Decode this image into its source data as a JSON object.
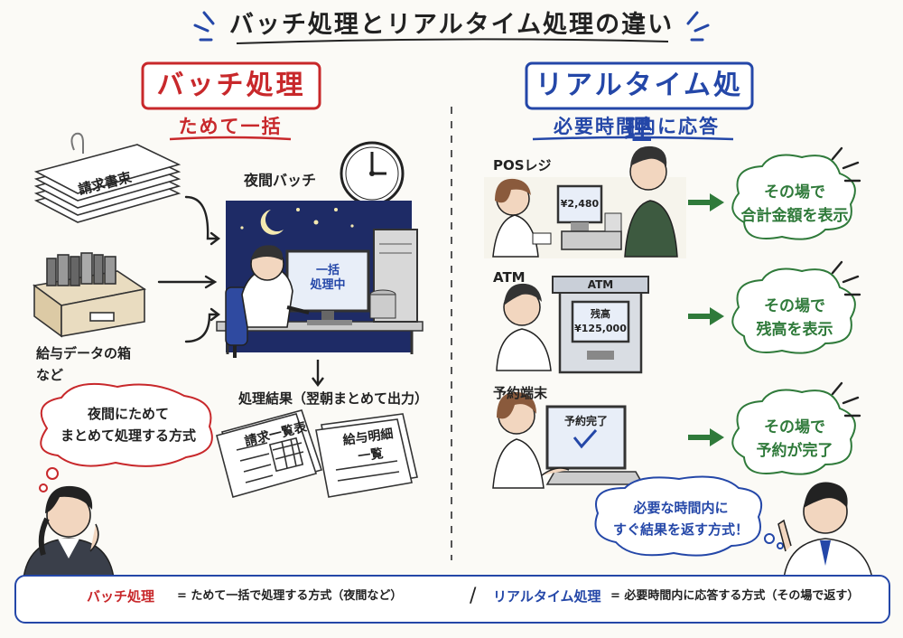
{
  "title": "バッチ処理とリアルタイム処理の違い",
  "batch": {
    "heading": "バッチ処理",
    "subheading": "ためて一括",
    "inputs": {
      "invoice_label": "請求書束",
      "salary_box_label": "給与データの箱",
      "etc_label": "など"
    },
    "night_label": "夜間バッチ",
    "monitor_text": [
      "一括",
      "処理中"
    ],
    "result_label": "処理結果（翌朝まとめて出力）",
    "doc1": "請求一覧表",
    "doc2": [
      "給与明細",
      "一覧"
    ],
    "bubble": [
      "夜間にためて",
      "まとめて処理する方式"
    ]
  },
  "realtime": {
    "heading": "リアルタイム処理",
    "subheading": "必要時間内に応答",
    "pos": {
      "label": "POSレジ",
      "screen": "¥2,480",
      "cloud": [
        "その場で",
        "合計金額を表示"
      ]
    },
    "atm": {
      "label": "ATM",
      "sign": "ATM",
      "screen": [
        "残高",
        "¥125,000"
      ],
      "cloud": [
        "その場で",
        "残高を表示"
      ]
    },
    "kiosk": {
      "label": "予約端末",
      "screen": "予約完了",
      "cloud": [
        "その場で",
        "予約が完了"
      ]
    },
    "bubble": [
      "必要な時間内に",
      "すぐ結果を返す方式！"
    ]
  },
  "footer": {
    "batch_term": "バッチ処理",
    "batch_def": "= ためて一括で処理する方式（夜間など）",
    "separator": "/",
    "rt_term": "リアルタイム処理",
    "rt_def": "= 必要時間内に応答する方式（その場で返す）"
  },
  "colors": {
    "batch": "#c8282b",
    "realtime": "#2447a8",
    "result": "#2f7a3a"
  }
}
